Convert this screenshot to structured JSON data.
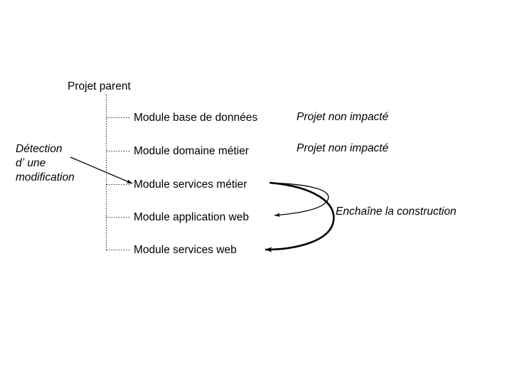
{
  "diagram": {
    "title": "Projet parent",
    "modules": [
      {
        "label": "Module base de données"
      },
      {
        "label": "Module domaine métier"
      },
      {
        "label": "Module services métier"
      },
      {
        "label": "Module application web"
      },
      {
        "label": "Module services web"
      }
    ],
    "annotations": {
      "detection": "Détection\ndʼ une\nmodification",
      "not_impacted_1": "Projet non impacté",
      "not_impacted_2": "Projet non impacté",
      "chain_build": "Enchaîne la construction"
    },
    "colors": {
      "background": "#ffffff",
      "ink": "#000000"
    }
  }
}
